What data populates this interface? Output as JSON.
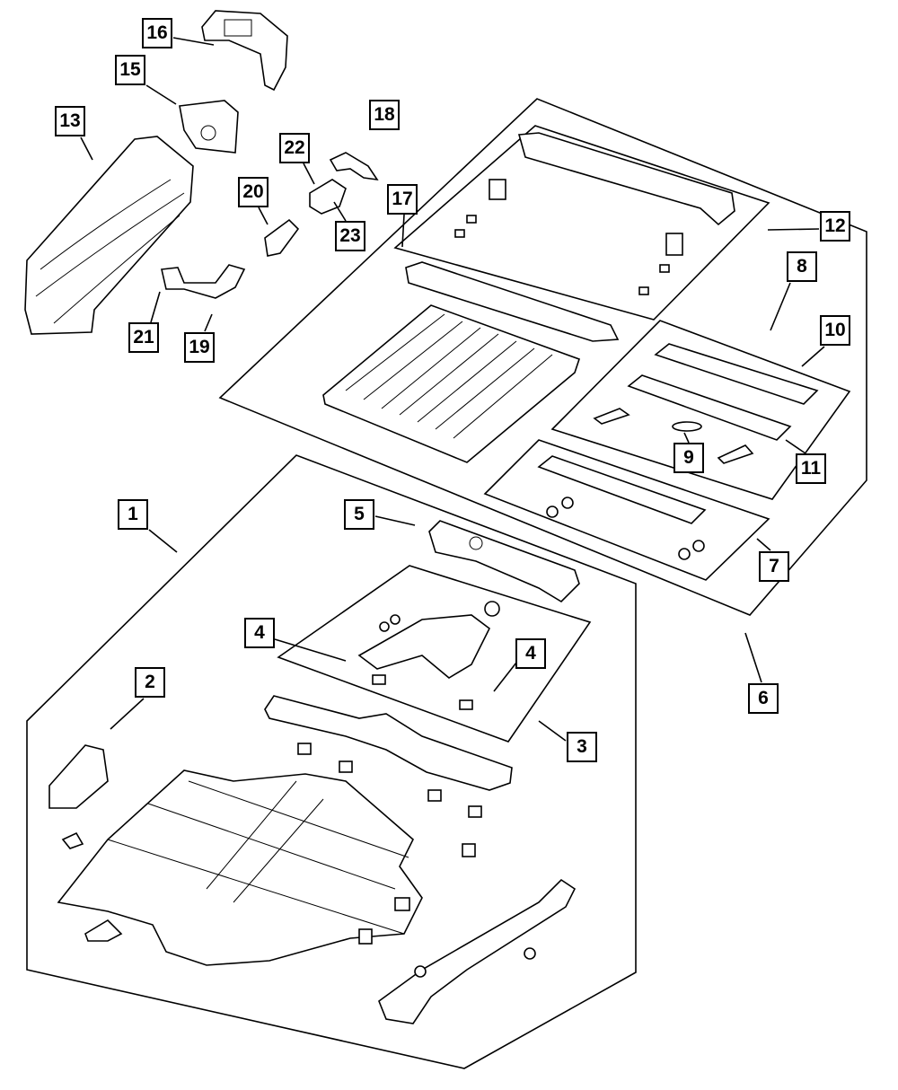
{
  "diagram": {
    "callouts": [
      {
        "id": "16",
        "label": "16"
      },
      {
        "id": "15",
        "label": "15"
      },
      {
        "id": "13",
        "label": "13"
      },
      {
        "id": "18",
        "label": "18"
      },
      {
        "id": "22",
        "label": "22"
      },
      {
        "id": "20",
        "label": "20"
      },
      {
        "id": "17",
        "label": "17"
      },
      {
        "id": "23",
        "label": "23"
      },
      {
        "id": "12",
        "label": "12"
      },
      {
        "id": "8",
        "label": "8"
      },
      {
        "id": "10",
        "label": "10"
      },
      {
        "id": "21",
        "label": "21"
      },
      {
        "id": "19",
        "label": "19"
      },
      {
        "id": "9",
        "label": "9"
      },
      {
        "id": "11",
        "label": "11"
      },
      {
        "id": "1",
        "label": "1"
      },
      {
        "id": "5",
        "label": "5"
      },
      {
        "id": "7",
        "label": "7"
      },
      {
        "id": "4a",
        "label": "4"
      },
      {
        "id": "4b",
        "label": "4"
      },
      {
        "id": "2",
        "label": "2"
      },
      {
        "id": "6",
        "label": "6"
      },
      {
        "id": "3",
        "label": "3"
      }
    ]
  }
}
